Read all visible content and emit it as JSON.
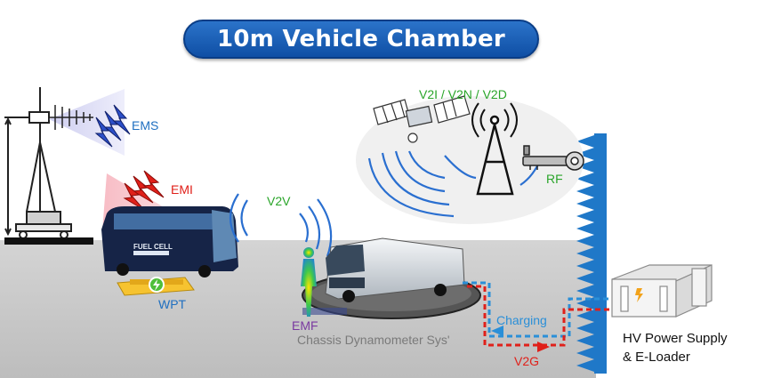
{
  "title": "10m Vehicle Chamber",
  "labels": {
    "ems": "EMS",
    "emi": "EMI",
    "v2v": "V2V",
    "v2x": "V2I / V2N / V2D",
    "rf": "RF",
    "wpt": "WPT",
    "emf": "EMF",
    "dyno": "Chassis Dynamometer Sys'",
    "charging": "Charging",
    "v2g": "V2G",
    "hv_line1": "HV Power Supply",
    "hv_line2": "& E-Loader",
    "bus_logo": "FUEL CELL"
  },
  "colors": {
    "ems": "#1f6fc0",
    "emi": "#e0201a",
    "wireless": "#2aa52a",
    "emf": "#7a3aa0",
    "charging": "#2a8fd8",
    "v2g": "#e0201a"
  }
}
